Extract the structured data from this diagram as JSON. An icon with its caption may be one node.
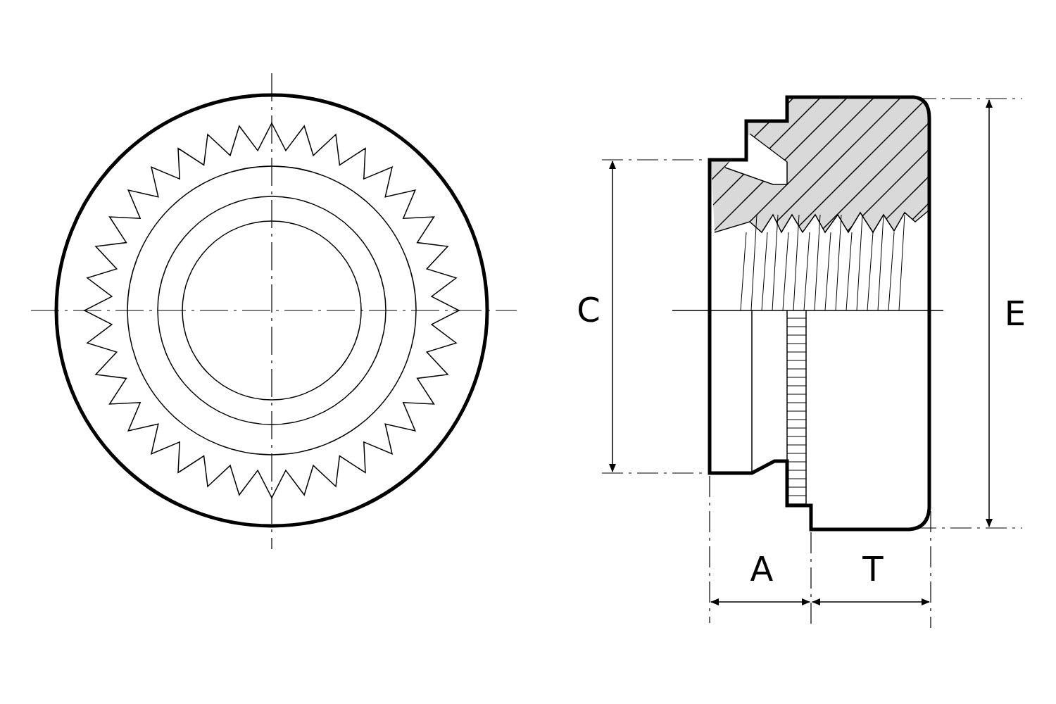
{
  "diagram": {
    "labels": [
      "C",
      "E",
      "A",
      "T"
    ]
  }
}
